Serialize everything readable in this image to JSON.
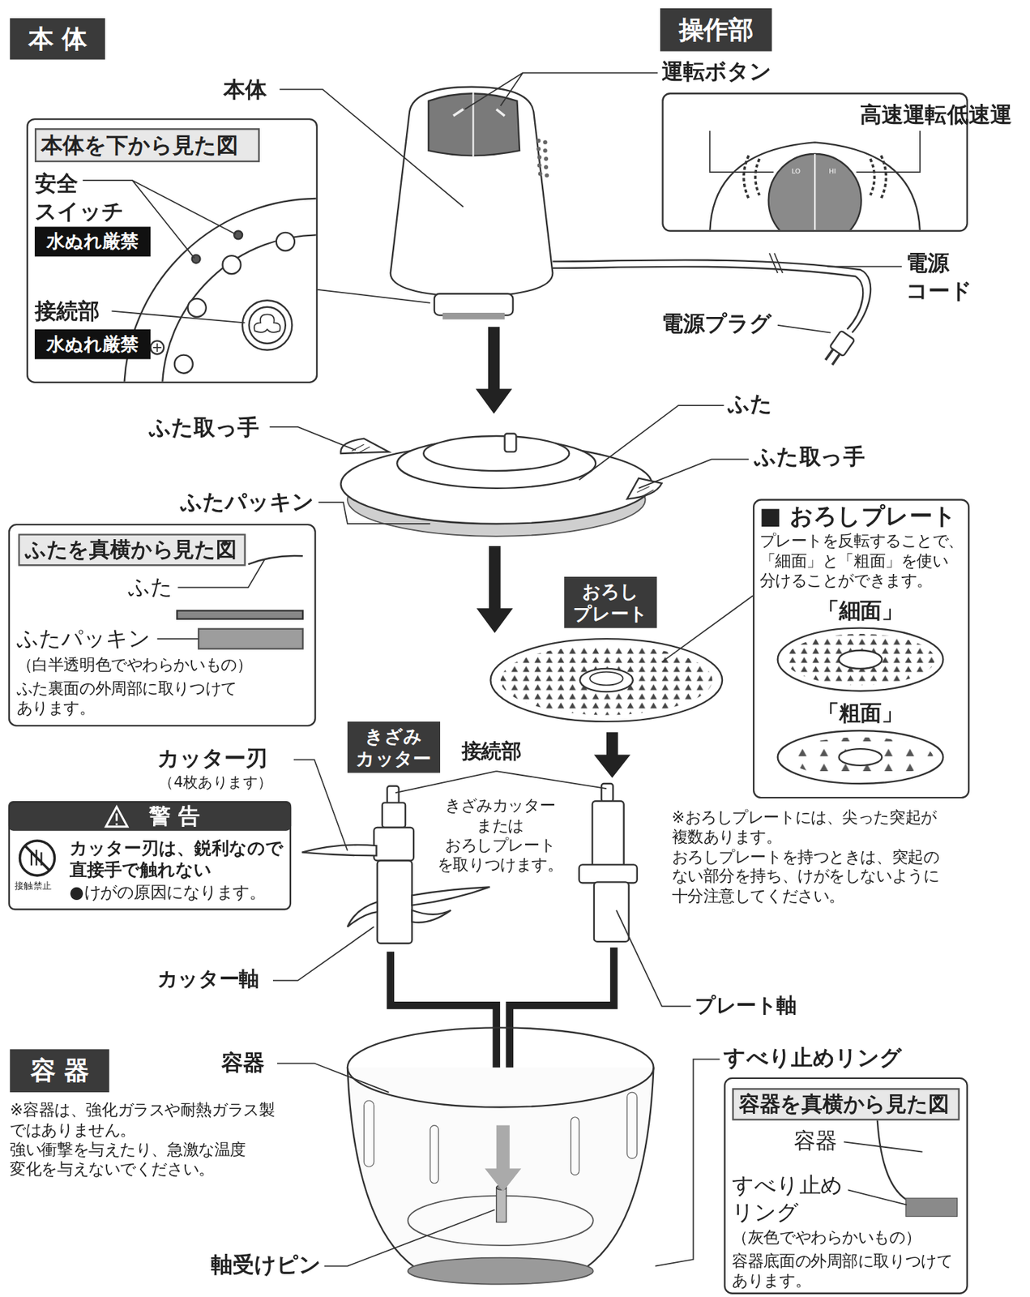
{
  "diagram": {
    "nodes": [
      {
        "text": [
          "本 体"
        ]
      },
      {
        "text": [
          "操作部"
        ]
      },
      {
        "text": [
          "本体を下から見た図",
          "安全 スイッチ",
          "接続部"
        ]
      },
      {
        "text": [
          "水ぬれ厳禁"
        ],
        "in": 2
      },
      {
        "text": [
          "水ぬれ厳禁"
        ],
        "in": 2
      },
      {
        "text": [
          "高速運転",
          "低速運",
          "LO",
          "HI"
        ]
      },
      {
        "text": [
          "ふたを真横から見た図",
          "ふた",
          "ふたパッキン",
          "（白半透明色でやわらかいもの）",
          "ふた裏面の外周部に取りつけて あります。"
        ]
      },
      {
        "text": [
          "■ おろしプレート",
          "プレートを反転することで、 「細面」と「粗面」を使い 分けることができます。",
          "「細面」",
          "「粗面」"
        ]
      },
      {
        "text": [
          "おろし プレート"
        ]
      },
      {
        "text": [
          "きざみ カッター"
        ]
      },
      {
        "text": [
          "警 告",
          "カッター刃は、鋭利なので 直接手で触れない",
          "●けがの原因になります。",
          "接触禁止"
        ]
      },
      {
        "text": [
          "容 器"
        ]
      },
      {
        "text": [
          "容器を真横から見た図",
          "容器",
          "すべり止め リング",
          "（灰色でやわらかいもの）",
          "容器底面の外周部に取りつけて あります。"
        ]
      }
    ],
    "labels": [
      "運転ボタン",
      "本体",
      "電源 コード",
      "電源プラグ",
      "ふた",
      "ふた取っ手",
      "ふた取っ手",
      "ふたパッキン",
      "カッター刃",
      "（4枚あります）",
      "接続部",
      "きざみカッター または おろしプレート を取りつけます。",
      "※おろしプレートには、尖った突起が 複数あります。 おろしプレートを持つときは、突起の ない部分を持ち、けがをしないように 十分注意してください。",
      "カッター軸",
      "プレート軸",
      "すべり止めリング",
      "容器",
      "※容器は、強化ガラスや耐熱ガラス製 ではありません。 強い衝撃を与えたり、急激な温度 変化を与えないでください。",
      "軸受けピン"
    ]
  }
}
